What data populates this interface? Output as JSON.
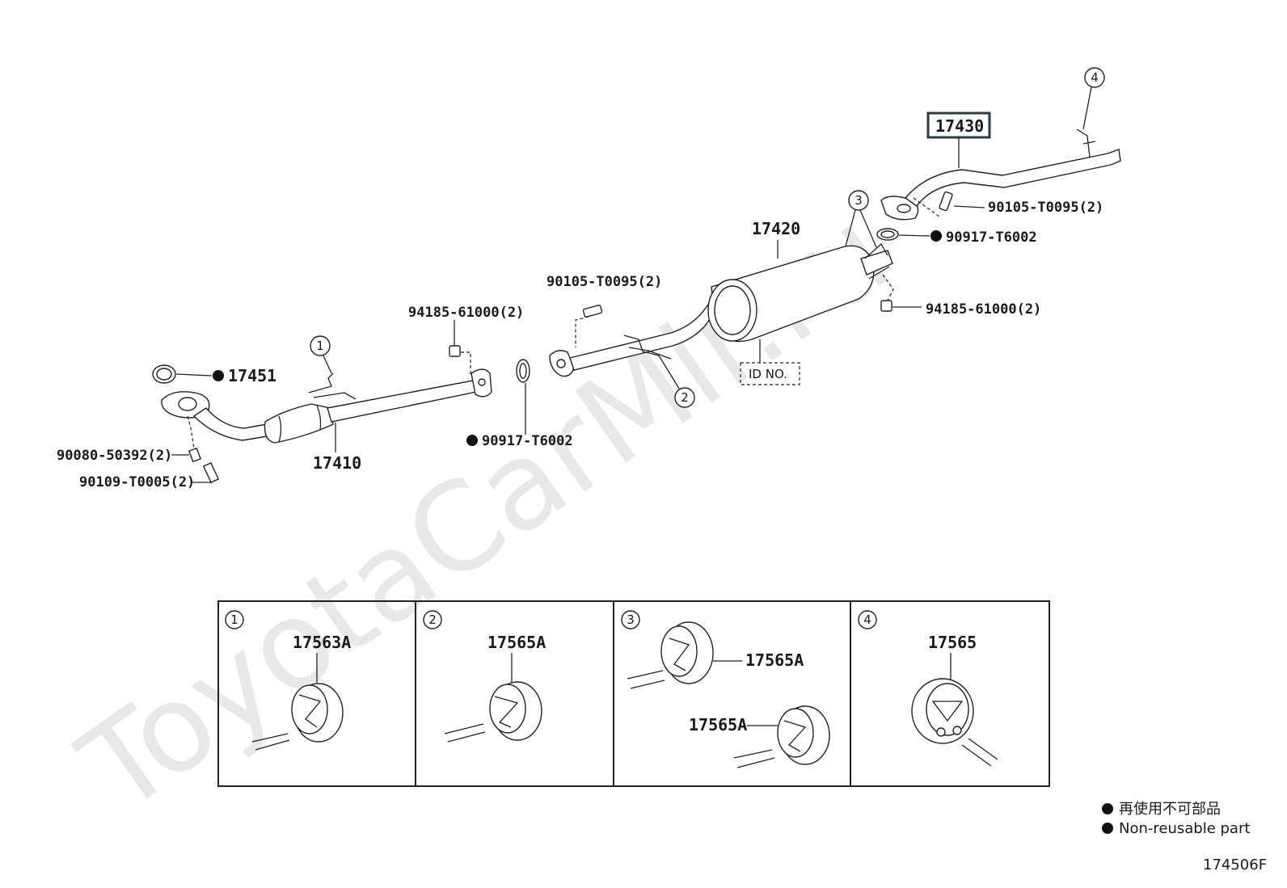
{
  "watermark": "ToyotaCarMir.ru",
  "figure_id": "174506F",
  "highlighted_part": "17430",
  "parts": {
    "p17410": "17410",
    "p17420": "17420",
    "p17430": "17430",
    "p17451": "17451",
    "p90080": "90080-50392(2)",
    "p90109": "90109-T0005(2)",
    "p94185_left": "94185-61000(2)",
    "p90917_left": "90917-T6002",
    "p90105_mid": "90105-T0095(2)",
    "p90105_right": "90105-T0095(2)",
    "p90917_right": "90917-T6002",
    "p94185_right": "94185-61000(2)",
    "id_no": "ID NO."
  },
  "callouts": {
    "c1": "1",
    "c2": "2",
    "c3": "3",
    "c4": "4"
  },
  "detail_panels": [
    {
      "num": "1",
      "parts": [
        "17563A"
      ]
    },
    {
      "num": "2",
      "parts": [
        "17565A"
      ]
    },
    {
      "num": "3",
      "parts": [
        "17565A",
        "17565A"
      ]
    },
    {
      "num": "4",
      "parts": [
        "17565"
      ]
    }
  ],
  "legend": {
    "line1": "再使用不可部品",
    "line2": "Non-reusable part"
  }
}
